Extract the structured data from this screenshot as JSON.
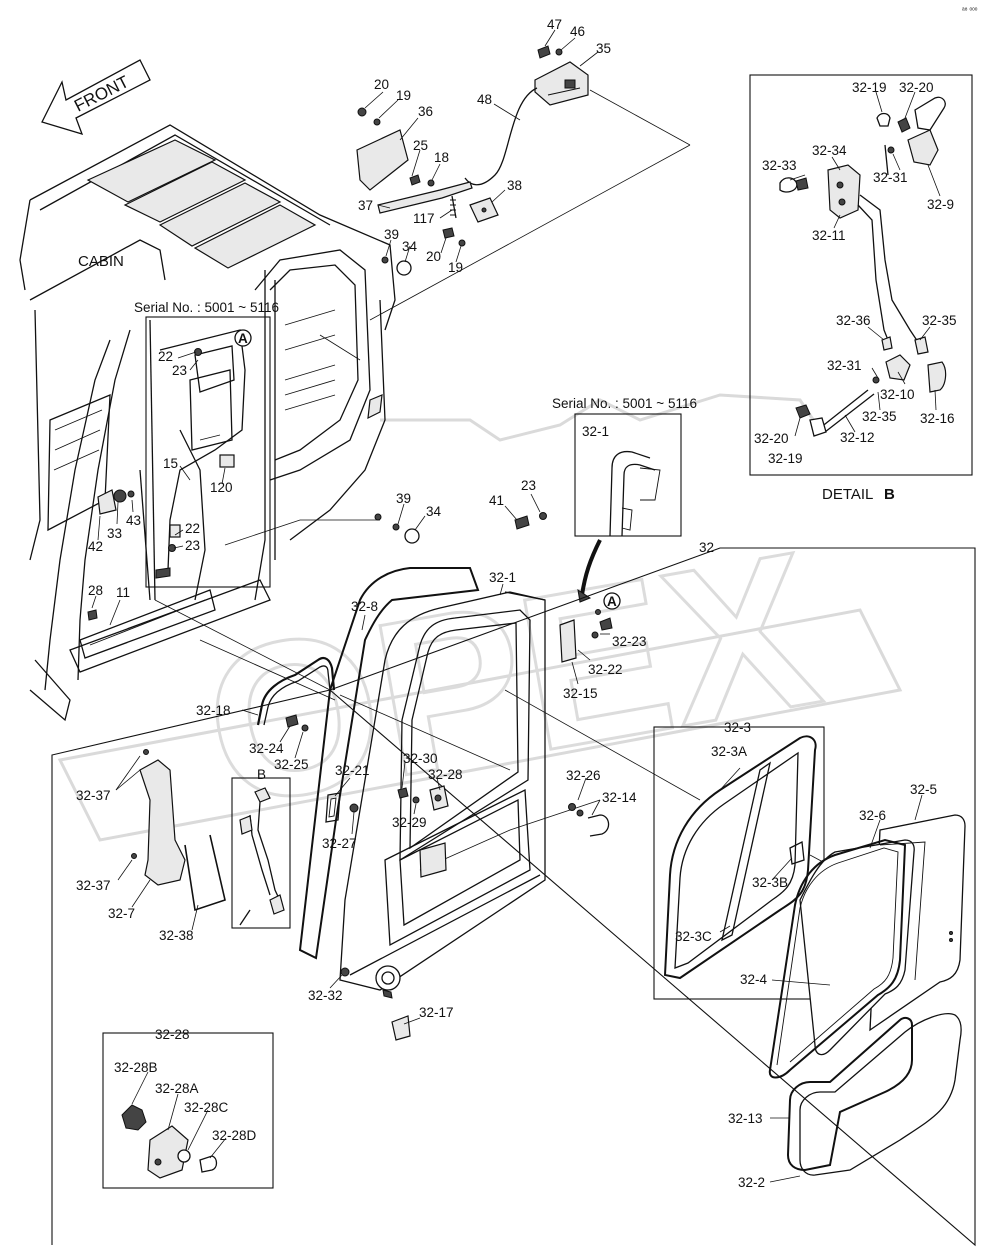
{
  "header": {
    "corner_mark": "ᵃ⁸ ᵒᵒᵒ"
  },
  "cabin": {
    "front_label": "FRONT",
    "cabin_label": "CABIN"
  },
  "serial": {
    "left": "Serial No. : 5001 ~ 5116",
    "right": "Serial No. : 5001 ~ 5116"
  },
  "callouts": {
    "c47": "47",
    "c46": "46",
    "c35": "35",
    "c48": "48",
    "c20a": "20",
    "c19a": "19",
    "c36": "36",
    "c25": "25",
    "c18": "18",
    "c38": "38",
    "c37": "37",
    "c117": "117",
    "c39a": "39",
    "c34a": "34",
    "c20b": "20",
    "c19b": "19",
    "c22a": "22",
    "c23a": "23",
    "cA1": "A",
    "c15": "15",
    "c120": "120",
    "c33": "33",
    "c43": "43",
    "c42": "42",
    "c22b": "22",
    "c23b": "23",
    "c28": "28",
    "c11": "11",
    "c39b": "39",
    "c34b": "34",
    "c41": "41",
    "c23c": "23",
    "c32": "32",
    "c32_1a": "32-1",
    "c32_1b": "32-1",
    "c32_8": "32-8",
    "cA2": "A",
    "c32_23": "32-23",
    "c32_22": "32-22",
    "c32_15": "32-15",
    "c32_18": "32-18",
    "c32_24": "32-24",
    "c32_25": "32-25",
    "c32_21": "32-21",
    "c32_30": "32-30",
    "c32_28": "32-28",
    "c32_26": "32-26",
    "c32_14": "32-14",
    "c32_27": "32-27",
    "c32_29": "32-29",
    "c32_37a": "32-37",
    "c32_37b": "32-37",
    "cB": "B",
    "c32_7": "32-7",
    "c32_38": "32-38",
    "c32_32": "32-32",
    "c32_17": "32-17",
    "c32_3": "32-3",
    "c32_3A": "32-3A",
    "c32_3B": "32-3B",
    "c32_3C": "32-3C",
    "c32_5": "32-5",
    "c32_6": "32-6",
    "c32_4": "32-4",
    "c32_13": "32-13",
    "c32_2": "32-2",
    "c32_28box": "32-28",
    "c32_28B": "32-28B",
    "c32_28A": "32-28A",
    "c32_28C": "32-28C",
    "c32_28D": "32-28D",
    "d32_19a": "32-19",
    "d32_20a": "32-20",
    "d32_34": "32-34",
    "d32_33": "32-33",
    "d32_31a": "32-31",
    "d32_9": "32-9",
    "d32_11": "32-11",
    "d32_36": "32-36",
    "d32_35a": "32-35",
    "d32_31b": "32-31",
    "d32_10": "32-10",
    "d32_35b": "32-35",
    "d32_16": "32-16",
    "d32_20b": "32-20",
    "d32_12": "32-12",
    "d32_19b": "32-19"
  },
  "detail": {
    "label": "DETAIL",
    "letter": "B"
  },
  "watermark": {
    "text": "OPEX"
  }
}
